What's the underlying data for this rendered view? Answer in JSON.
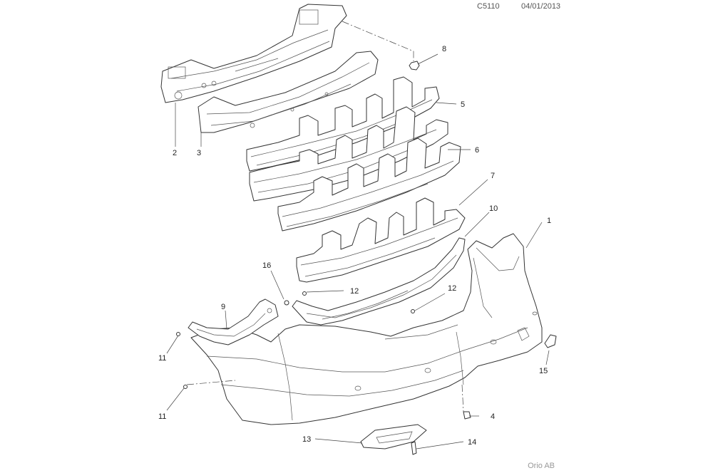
{
  "header": {
    "drawing_code": "C5110",
    "date": "04/01/2013"
  },
  "footer": {
    "brand": "Orio AB"
  },
  "callouts": {
    "c1": "1",
    "c2": "2",
    "c3": "3",
    "c4": "4",
    "c5": "5",
    "c6": "6",
    "c7": "7",
    "c8": "8",
    "c9": "9",
    "c10": "10",
    "c11a": "11",
    "c11b": "11",
    "c12a": "12",
    "c12b": "12",
    "c13": "13",
    "c14": "14",
    "c15": "15",
    "c16": "16"
  }
}
